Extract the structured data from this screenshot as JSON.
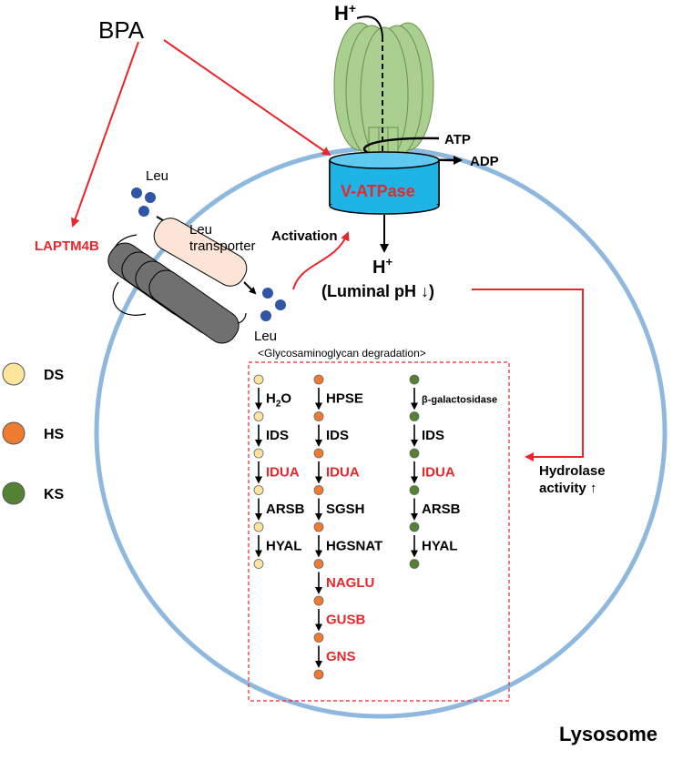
{
  "labels": {
    "bpa": "BPA",
    "h_top": "H",
    "h_top_sup": "+",
    "atp": "ATP",
    "adp": "ADP",
    "vatpase": "V-ATPase",
    "leu_top": "Leu",
    "leu_bottom": "Leu",
    "laptm4b": "LAPTM4B",
    "leu_transporter_1": "Leu",
    "leu_transporter_2": "transporter",
    "activation": "Activation",
    "h_lumen": "H",
    "h_lumen_sup": "+",
    "luminal_ph": "(Luminal pH ↓)",
    "gag_title": "<Glycosaminoglycan degradation>",
    "hydrolase_1": "Hydrolase",
    "hydrolase_2": "activity ↑",
    "lysosome": "Lysosome"
  },
  "legend": [
    {
      "label": "DS",
      "color": "#fde69b"
    },
    {
      "label": "HS",
      "color": "#ee7b30"
    },
    {
      "label": "KS",
      "color": "#548235"
    }
  ],
  "pathways": [
    {
      "name": "DS",
      "color": "#fde69b",
      "steps": [
        {
          "label": "H",
          "sub": "2",
          "tail": "O",
          "highlight": false
        },
        {
          "label": "IDS",
          "highlight": false
        },
        {
          "label": "IDUA",
          "highlight": true
        },
        {
          "label": "ARSB",
          "highlight": false
        },
        {
          "label": "HYAL",
          "highlight": false
        }
      ]
    },
    {
      "name": "HS",
      "color": "#ee7b30",
      "steps": [
        {
          "label": "HPSE",
          "highlight": false
        },
        {
          "label": "IDS",
          "highlight": false
        },
        {
          "label": "IDUA",
          "highlight": true
        },
        {
          "label": "SGSH",
          "highlight": false
        },
        {
          "label": "HGSNAT",
          "highlight": false
        },
        {
          "label": "NAGLU",
          "highlight": true
        },
        {
          "label": "GUSB",
          "highlight": true
        },
        {
          "label": "GNS",
          "highlight": true
        }
      ]
    },
    {
      "name": "KS",
      "color": "#548235",
      "steps": [
        {
          "label": "β-galactosidase",
          "highlight": false,
          "small": true
        },
        {
          "label": "IDS",
          "highlight": false
        },
        {
          "label": "IDUA",
          "highlight": true
        },
        {
          "label": "ARSB",
          "highlight": false
        },
        {
          "label": "HYAL",
          "highlight": false
        }
      ]
    }
  ],
  "colors": {
    "highlight": "#e8262b",
    "lysosome_stroke": "#8fb8de",
    "vatpase_fill": "#1fb4e6",
    "v1_fill": "#a9d08e",
    "v1_stroke": "#6b8f4f",
    "transporter_fill": "#fce4d6",
    "tm_fill": "#707070",
    "leu_fill": "#2f55a4",
    "red_arrow": "#e8262b"
  }
}
